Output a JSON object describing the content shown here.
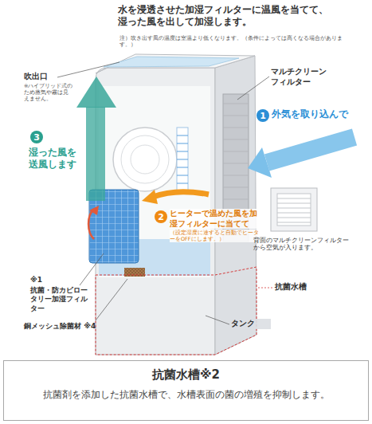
{
  "diagram": {
    "title": "水を浸透させた加湿フィルターに温風を当てて、湿った風を出して加湿します。",
    "nodes": [
      {
        "text": [
          "抗菌水槽※2",
          "抗菌剤を添加した抗菌水槽で、水槽表面の菌の増殖を抑制します。"
        ]
      }
    ],
    "labels": [
      "注）吹き出す風の温度は室温より低くなります。（条件によっては高くなる場合があります。）",
      "吹出口",
      "※ハイブリッド式のため蒸気や霧は見えません。",
      "マルチクリーンフィルター",
      "1",
      "外気を取り込んで",
      "3",
      "湿った風を送風します",
      "2",
      "ヒーターで温めた風を加湿フィルターに当てて",
      "（設定湿度に達すると自動でヒーターをOFFにします。）",
      "背面のマルチクリーンフィルターから空気が入ります。",
      "抗菌水槽",
      "※1",
      "抗菌・防カビロータリー加湿フィルター",
      "銅メッシュ除菌材 ※4",
      "タンク"
    ]
  }
}
